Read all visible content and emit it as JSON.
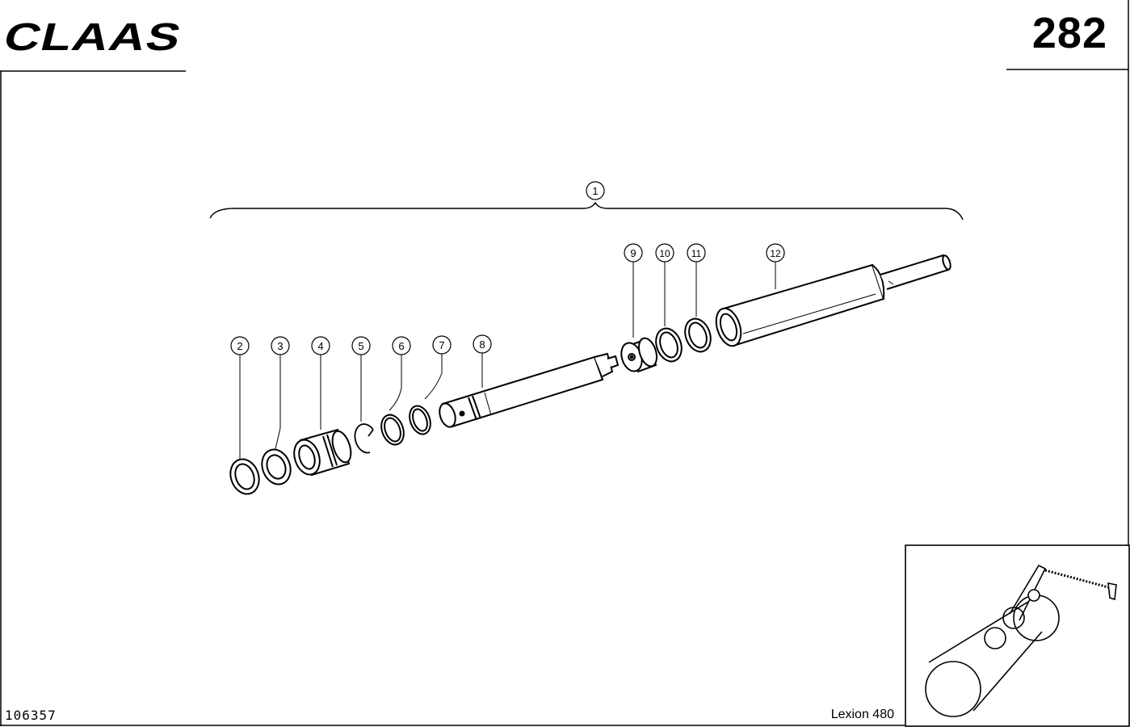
{
  "header": {
    "brand": "CLAAS",
    "page_number": "282"
  },
  "footer": {
    "drawing_number": "106357",
    "model": "Lexion 480"
  },
  "callouts": [
    "1",
    "2",
    "3",
    "4",
    "5",
    "6",
    "7",
    "8",
    "9",
    "10",
    "11",
    "12"
  ],
  "colors": {
    "ink": "#000000",
    "paper": "#ffffff"
  },
  "inset": {
    "icon": "hydraulic-cylinder-location-thumbnail"
  }
}
